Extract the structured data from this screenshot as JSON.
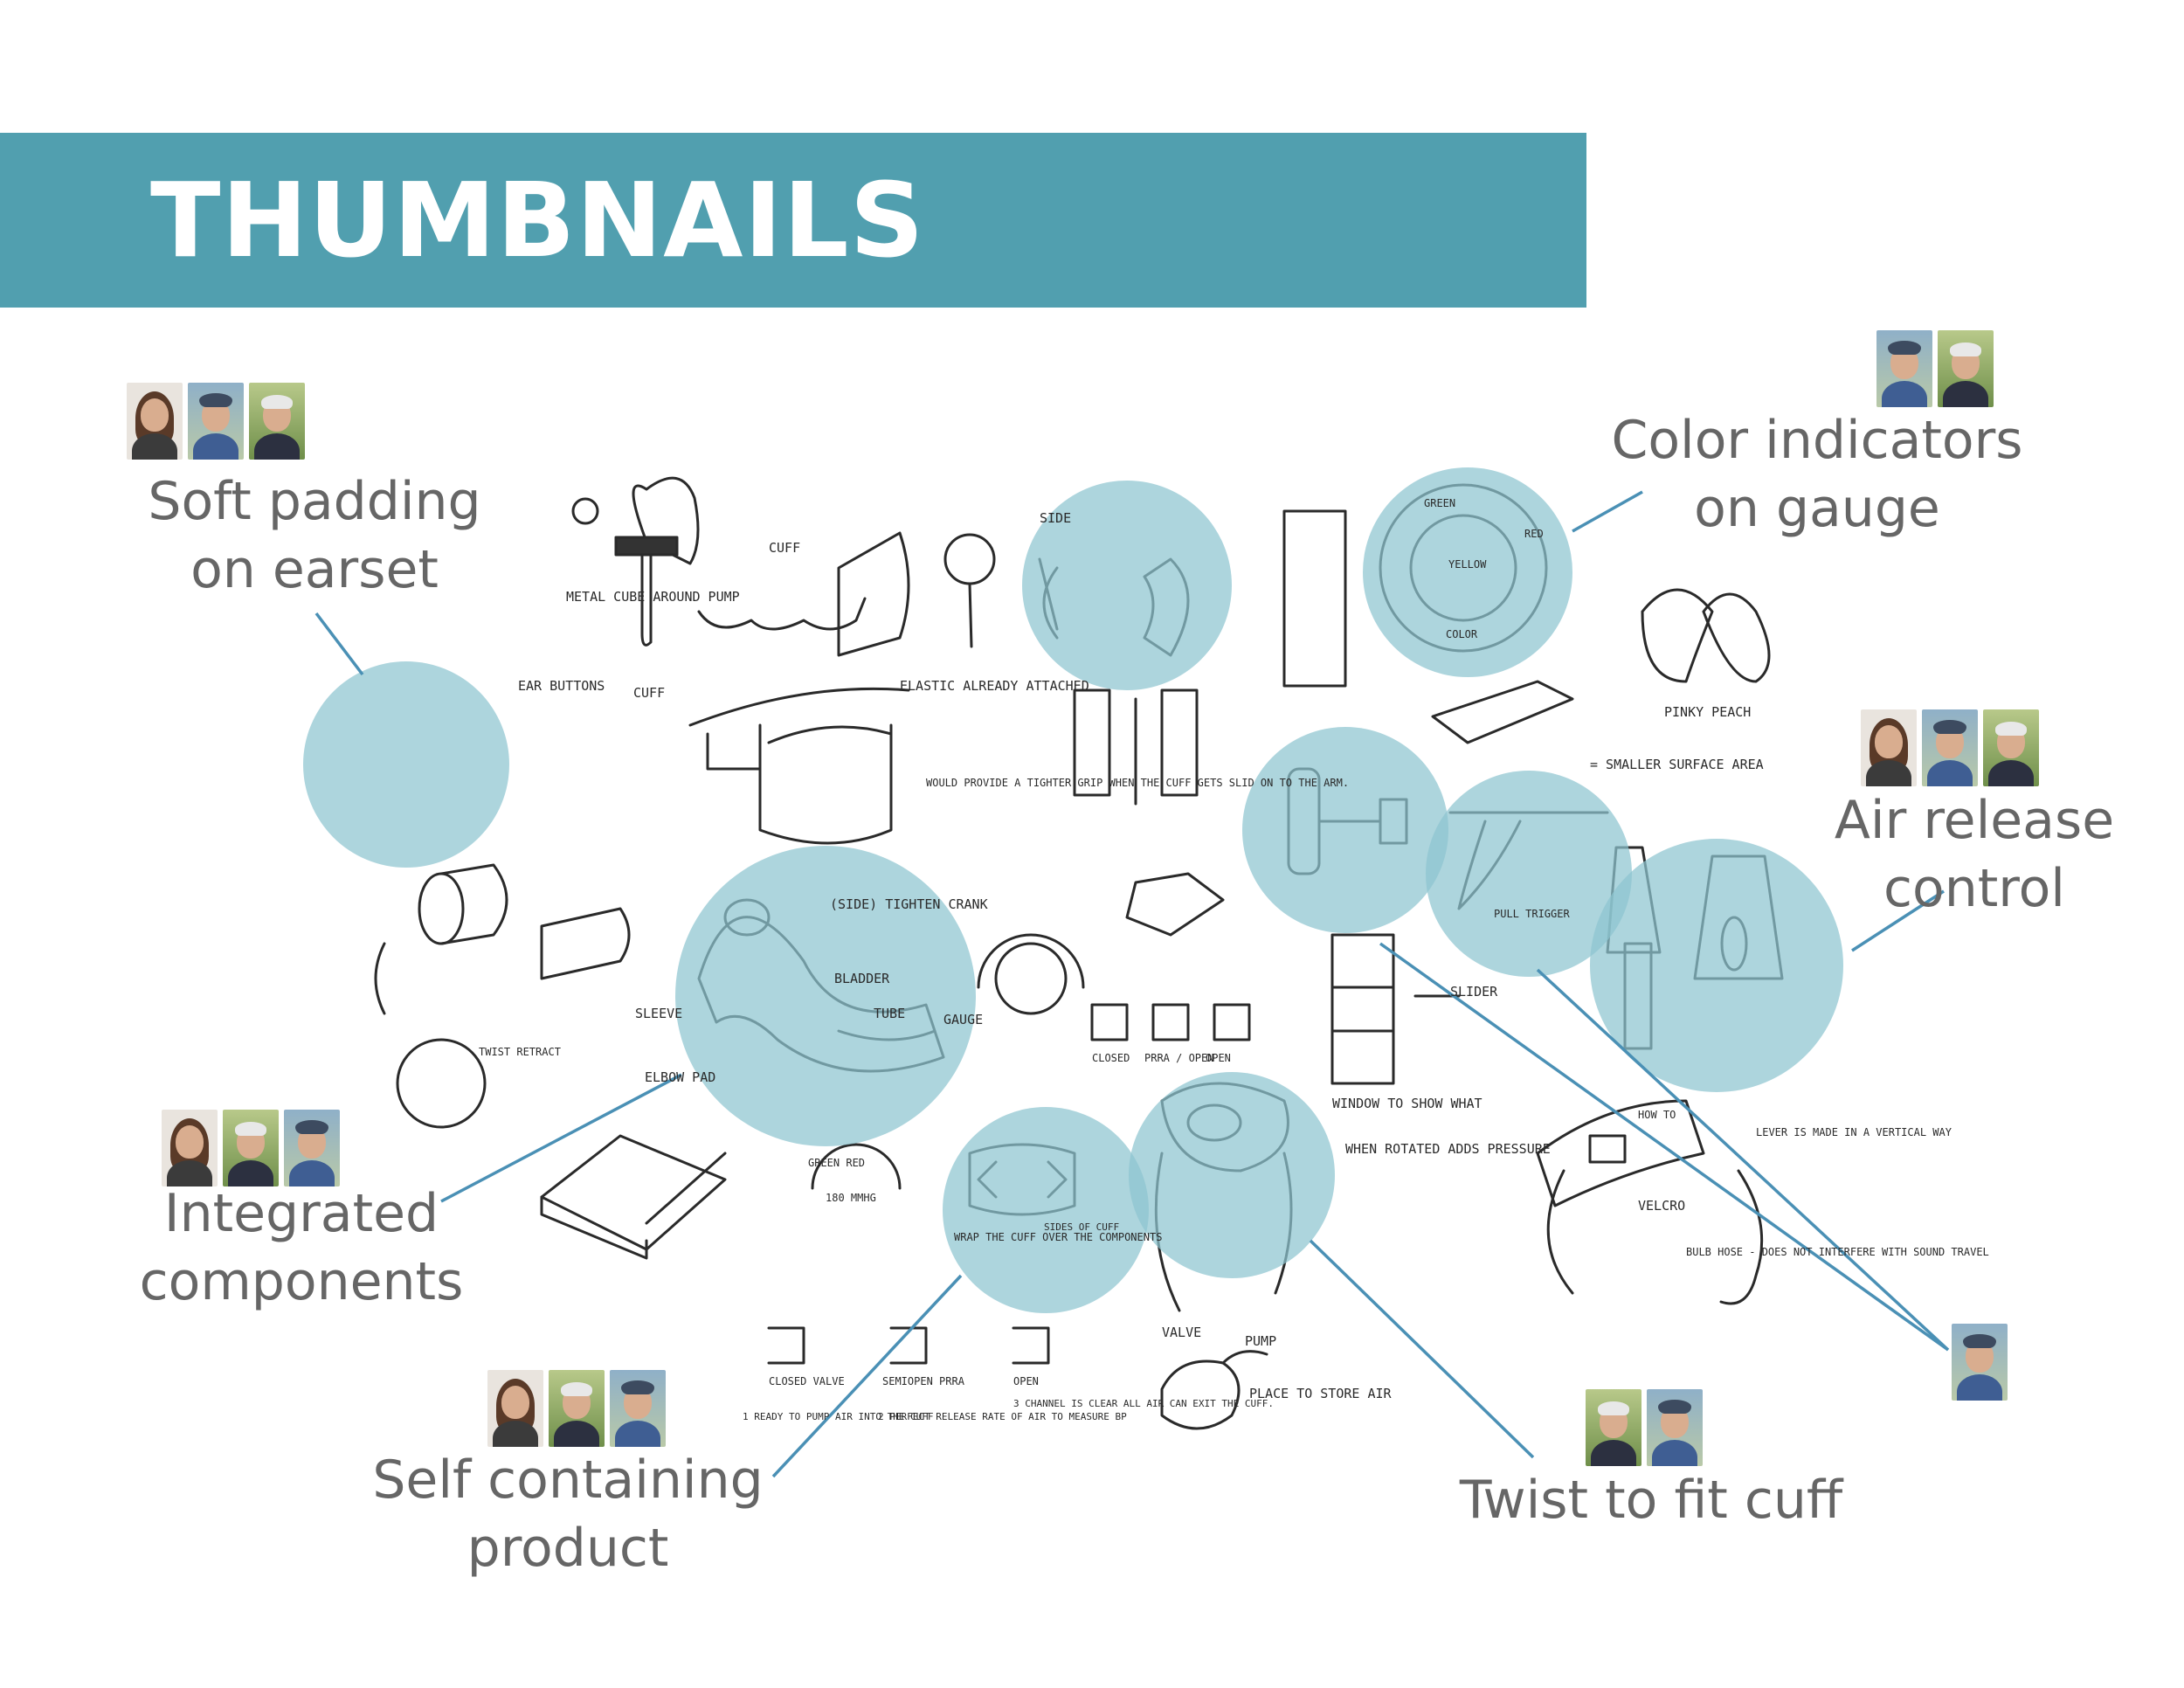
{
  "page": {
    "title": "THUMBNAILS"
  },
  "colors": {
    "banner": "#519faf",
    "label_text": "#666666",
    "highlight_circle": "#8ec5d0",
    "connector": "#4a90b5",
    "sketch_ink": "#2a2a2a"
  },
  "labels": {
    "soft_padding": [
      "Soft padding",
      "on earset"
    ],
    "color_indicators": [
      "Color indicators",
      "on gauge"
    ],
    "air_release": [
      "Air release",
      "control"
    ],
    "integrated": [
      "Integrated",
      "components"
    ],
    "self_containing": [
      "Self containing",
      "product"
    ],
    "twist": [
      "Twist to fit cuff"
    ]
  },
  "sketch_notes": {
    "metal_cube": "METAL CUBE AROUND PUMP",
    "cuff_top": "CUFF",
    "cuff_left": "CUFF",
    "ear_buttons": "EAR BUTTONS",
    "elastic": "ELASTIC ALREADY ATTACHED",
    "would_provide": "WOULD PROVIDE A TIGHTER GRIP WHEN THE CUFF GETS SLID ON TO THE ARM.",
    "side": "SIDE",
    "tighten_crank": "(SIDE) TIGHTEN CRANK",
    "bladder": "BLADDER",
    "tube": "TUBE",
    "gauge": "GAUGE",
    "sleeve": "SLEEVE",
    "elbow_pad": "ELBOW PAD",
    "twist_retract": "TWIST RETRACT",
    "green": "GREEN",
    "red": "RED",
    "yellow": "YELLOW",
    "color": "COLOR",
    "pinky_peach": "PINKY PEACH",
    "smaller_surface": "= SMALLER SURFACE AREA",
    "pull_trigger": "PULL TRIGGER",
    "slider": "SLIDER",
    "window": "WINDOW TO SHOW WHAT",
    "when_rotated": "WHEN ROTATED ADDS PRESSURE",
    "closed_open": [
      "CLOSED",
      "PRRA / OPEN",
      "OPEN"
    ],
    "wrap_cuff": "WRAP THE CUFF OVER THE COMPONENTS",
    "sides_of_cuff": "SIDES OF CUFF",
    "velcro": "VELCRO",
    "bulb_hose": "BULB HOSE - DOES NOT INTERFERE WITH SOUND TRAVEL",
    "lever": "LEVER IS MADE IN A VERTICAL WAY",
    "valve": "VALVE",
    "pump": "PUMP",
    "place_store": "PLACE TO STORE AIR",
    "closed_valve": "CLOSED VALVE",
    "semiopen": "SEMIOPEN PRRA",
    "open": "OPEN",
    "ready_pump": "1 READY TO PUMP AIR INTO THE CUFF",
    "perfect_release": "2 PERFECT RELEASE RATE OF AIR TO MEASURE BP",
    "channel": "3 CHANNEL IS CLEAR ALL AIR CAN EXIT THE CUFF.",
    "green_red_gauge": "GREEN RED",
    "gauge_numbers": "180 MMHG",
    "how_to": "HOW TO"
  },
  "avatar_groups": {
    "soft_padding": [
      "woman",
      "cap-man",
      "white-hair-man"
    ],
    "color_indicators": [
      "cap-man",
      "white-hair-man"
    ],
    "air_release": [
      "woman",
      "cap-man",
      "white-hair-man"
    ],
    "integrated": [
      "woman",
      "white-hair-man",
      "cap-man"
    ],
    "self_containing": [
      "woman",
      "white-hair-man",
      "cap-man"
    ],
    "twist": [
      "white-hair-man",
      "cap-man"
    ],
    "single": [
      "cap-man"
    ]
  }
}
